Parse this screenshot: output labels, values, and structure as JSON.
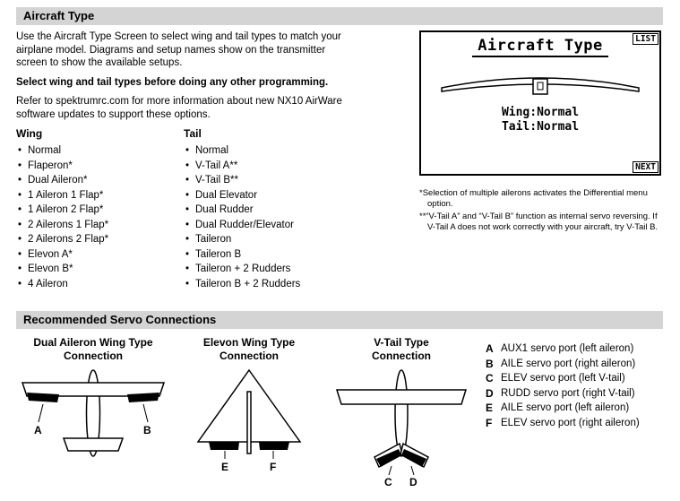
{
  "section1": {
    "title": "Aircraft Type",
    "intro": "Use the Aircraft Type Screen to select wing and tail types to match your airplane model. Diagrams and setup names show on the transmitter screen to show the available setups.",
    "warning": "Select wing and tail types before doing any other programming.",
    "refer": "Refer to spektrumrc.com for more information about new NX10 AirWare software updates to support these options.",
    "wing": {
      "header": "Wing",
      "items": [
        "Normal",
        "Flaperon*",
        "Dual Aileron*",
        "1 Aileron 1 Flap*",
        "1 Aileron 2 Flap*",
        "2 Ailerons 1 Flap*",
        "2 Ailerons 2 Flap*",
        "Elevon A*",
        "Elevon B*",
        "4 Aileron"
      ]
    },
    "tail": {
      "header": "Tail",
      "items": [
        "Normal",
        "V-Tail A**",
        "V-Tail B**",
        "Dual Elevator",
        "Dual Rudder",
        "Dual Rudder/Elevator",
        "Taileron",
        "Taileron B",
        "Taileron + 2 Rudders",
        "Taileron B + 2 Rudders"
      ]
    },
    "screen": {
      "title": "Aircraft Type",
      "list_label": "LIST",
      "next_label": "NEXT",
      "wing_value": "Wing:Normal",
      "tail_value": "Tail:Normal"
    },
    "footnotes": [
      "*Selection of multiple ailerons activates the Differential menu option.",
      "**“V-Tail A” and “V-Tail B” function as internal servo reversing. If V-Tail A does not work correctly with your aircraft, try V-Tail B."
    ]
  },
  "section2": {
    "title": "Recommended Servo Connections",
    "diagrams": [
      {
        "title": "Dual Aileron Wing Type Connection",
        "labels": [
          "A",
          "B"
        ]
      },
      {
        "title": "Elevon Wing Type Connection",
        "labels": [
          "E",
          "F"
        ]
      },
      {
        "title": "V-Tail Type Connection",
        "labels": [
          "C",
          "D"
        ]
      }
    ],
    "legend": [
      {
        "key": "A",
        "text": "AUX1 servo port (left aileron)"
      },
      {
        "key": "B",
        "text": "AILE servo port (right aileron)"
      },
      {
        "key": "C",
        "text": "ELEV servo port (left V-tail)"
      },
      {
        "key": "D",
        "text": "RUDD servo port (right V-tail)"
      },
      {
        "key": "E",
        "text": "AILE servo port (left aileron)"
      },
      {
        "key": "F",
        "text": "ELEV servo port (right aileron)"
      }
    ]
  }
}
